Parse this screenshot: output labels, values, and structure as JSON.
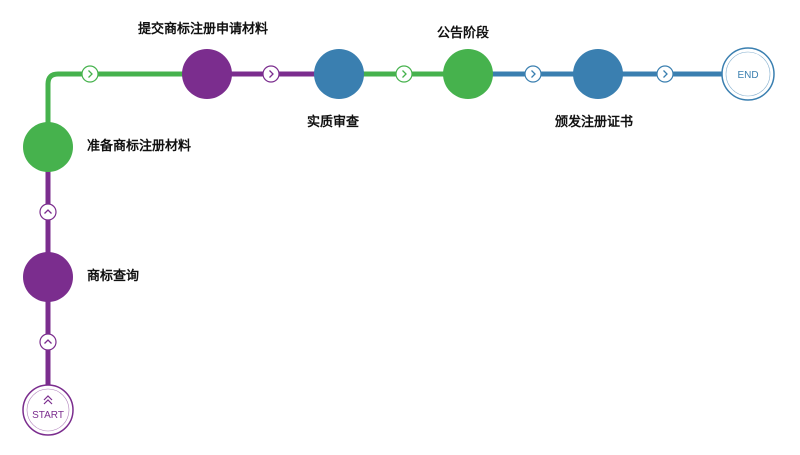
{
  "colors": {
    "green": "#46b24d",
    "purple": "#7b2d8e",
    "blue": "#3a7fb0",
    "arrow_green": "#46b24d",
    "arrow_purple": "#7b2d8e",
    "arrow_blue": "#3a7fb0"
  },
  "start_label": "START",
  "end_label": "END",
  "steps": [
    {
      "label": "商标查询",
      "color": "purple"
    },
    {
      "label": "准备商标注册材料",
      "color": "green"
    },
    {
      "label": "提交商标注册申请材料",
      "color": "purple"
    },
    {
      "label": "实质审查",
      "color": "blue"
    },
    {
      "label": "公告阶段",
      "color": "green"
    },
    {
      "label": "颁发注册证书",
      "color": "blue"
    }
  ]
}
